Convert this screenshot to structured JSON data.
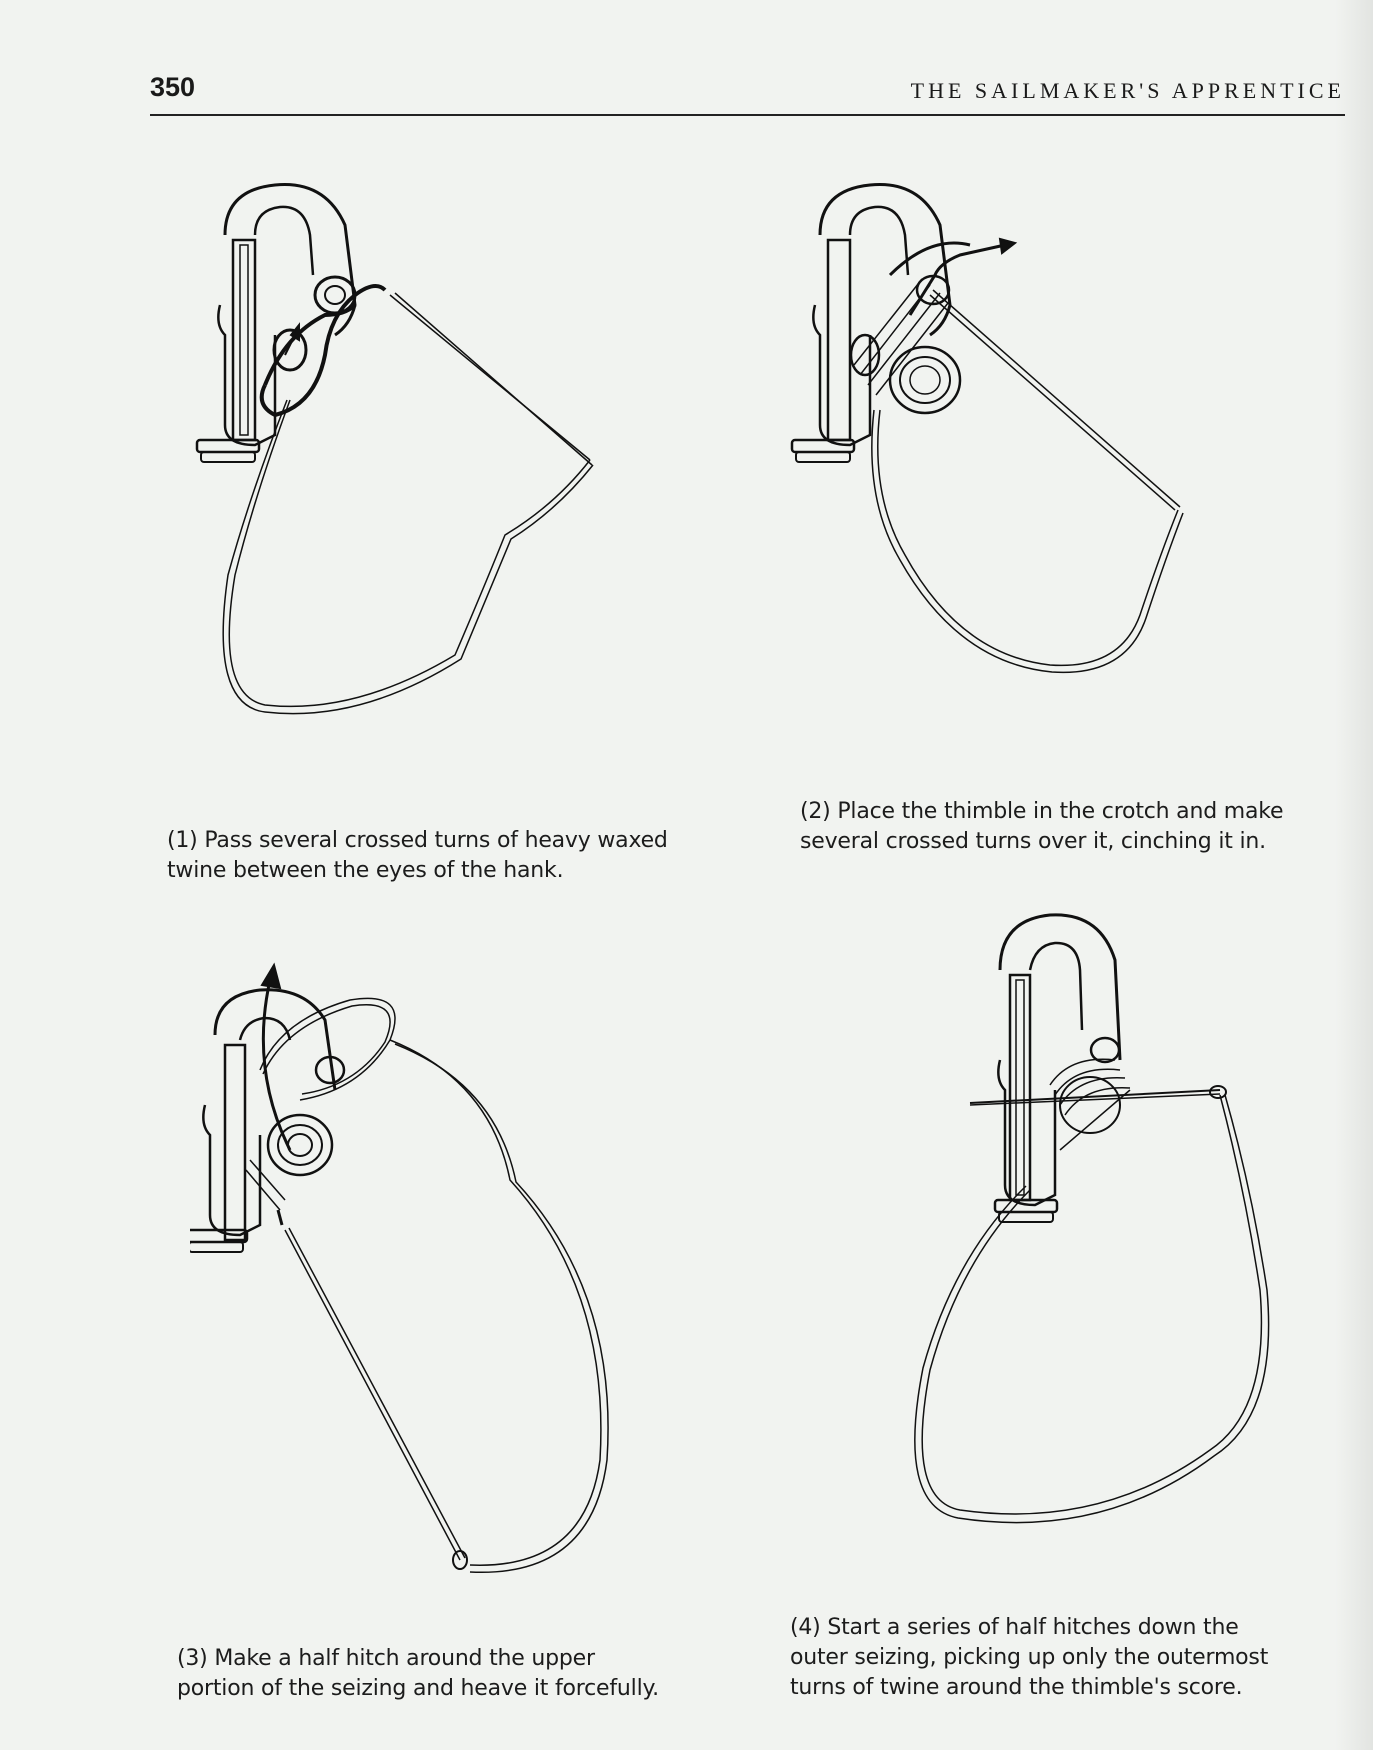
{
  "header": {
    "page_number": "350",
    "running_head": "THE SAILMAKER'S APPRENTICE"
  },
  "figures": [
    {
      "caption_line1": "(1) Pass several crossed turns of heavy waxed",
      "caption_line2": "twine between the eyes of the hank."
    },
    {
      "caption_line1": "(2) Place the thimble in the crotch and make",
      "caption_line2": "several crossed turns over it, cinching it in."
    },
    {
      "caption_line1": "(3) Make a half hitch around the upper",
      "caption_line2": "portion of the seizing and heave it forcefully."
    },
    {
      "caption_line1": "(4) Start a series of half hitches down the",
      "caption_line2": "outer seizing, picking up only the outermost",
      "caption_line3": "turns of twine around the thimble's score."
    }
  ]
}
